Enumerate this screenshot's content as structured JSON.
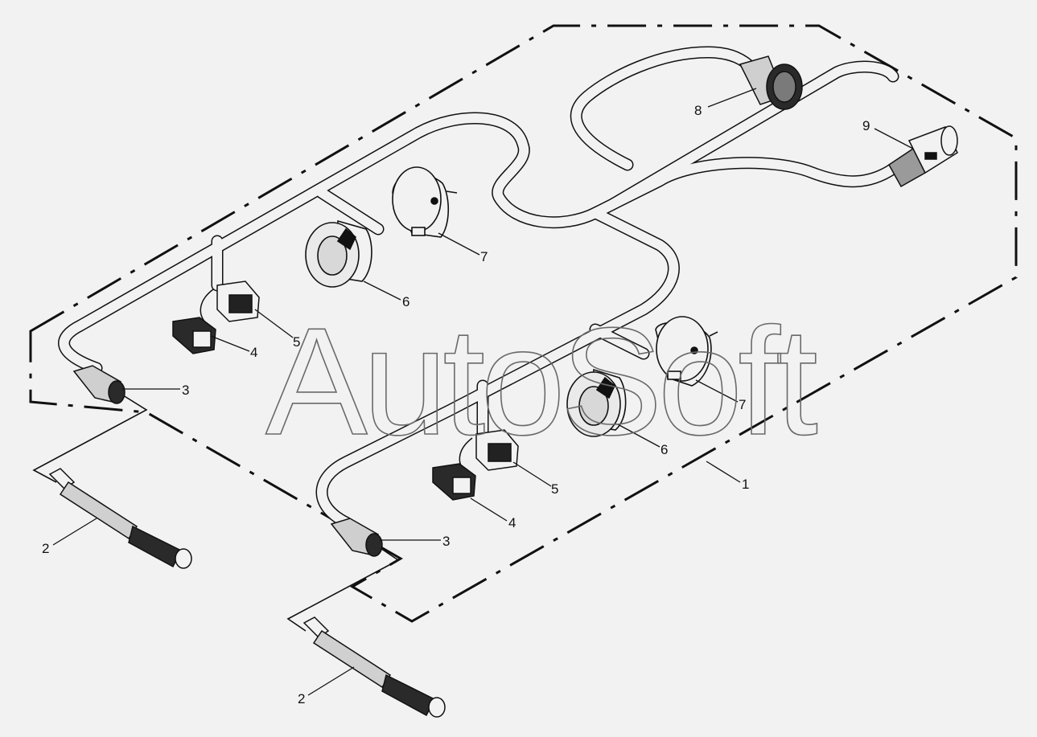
{
  "watermark": {
    "text": "AutoSoft"
  },
  "callouts": {
    "c1": "1",
    "c2a": "2",
    "c2b": "2",
    "c3a": "3",
    "c3b": "3",
    "c4a": "4",
    "c4b": "4",
    "c5a": "5",
    "c5b": "5",
    "c6a": "6",
    "c6b": "6",
    "c7a": "7",
    "c7b": "7",
    "c8": "8",
    "c9": "9"
  }
}
